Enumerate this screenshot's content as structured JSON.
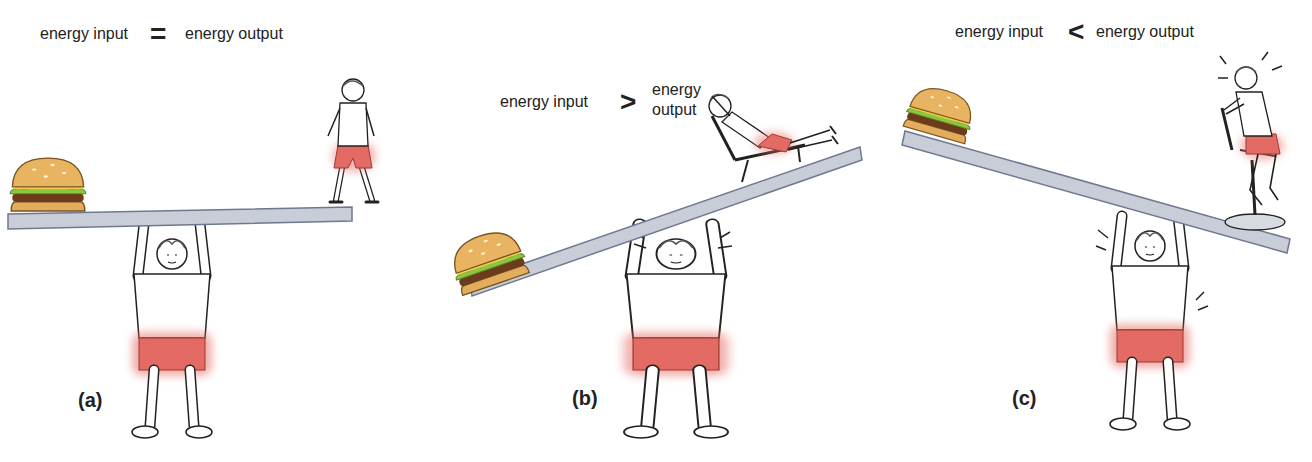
{
  "diagram": {
    "labels": [
      "energy input",
      "=",
      "energy output",
      "energy input",
      ">",
      "energy output",
      "energy input",
      "<",
      "energy output",
      "(a)",
      "(b)",
      "(c)"
    ]
  }
}
